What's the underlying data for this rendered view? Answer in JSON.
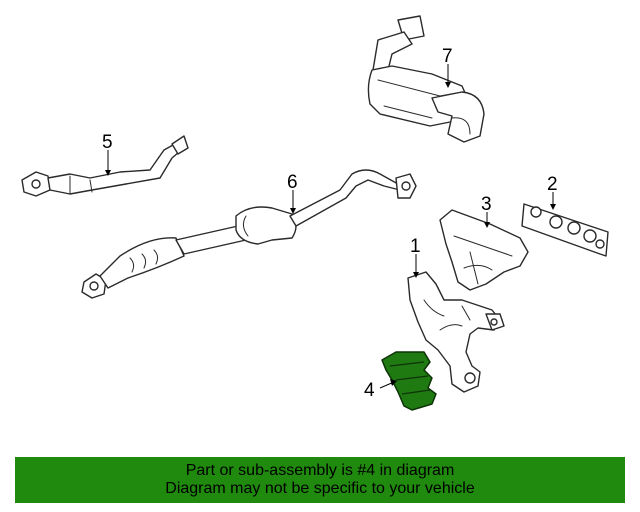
{
  "diagram": {
    "callouts": {
      "part_1": "1",
      "part_2": "2",
      "part_3": "3",
      "part_4": "4",
      "part_5": "5",
      "part_6": "6",
      "part_7": "7"
    },
    "highlighted_part": "4",
    "colors": {
      "highlight": "#1f7a12",
      "banner": "#1f8a0e"
    }
  },
  "banner": {
    "line1": "Part or sub-assembly is #4 in diagram",
    "line2": "Diagram may not be specific to your vehicle"
  }
}
